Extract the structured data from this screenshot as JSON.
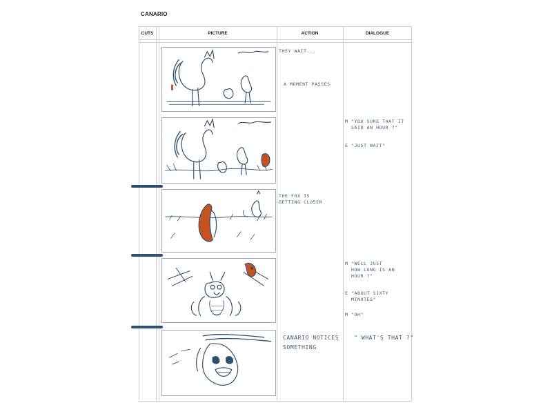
{
  "title": "CANARIO",
  "columns": [
    "CUTS",
    "PICTURE",
    "ACTION",
    "DIALOGUE"
  ],
  "action": [
    "THEY WAIT...",
    "A MOMENT PASSES",
    "THE FOX IS\nGETTING CLOSER",
    "CANARIO NOTICES"
  ],
  "dialogue": [
    "M \"YOU SURE THAT IT\n  SAID AN HOUR ?\"",
    "E \"JUST WAIT\"",
    "M \"WELL JUST\n  HOW LONG IS AN\n  HOUR ?\"",
    "E \"ABOUT SIXTY\n  MINUTES\"",
    "M \"OH\"",
    "\" WHAT'S THAT ?\"",
    "SOMETHING"
  ],
  "colors": {
    "ink": "#2f4f6e",
    "fox": "#c4531f",
    "rule": "#c9cfd6"
  }
}
